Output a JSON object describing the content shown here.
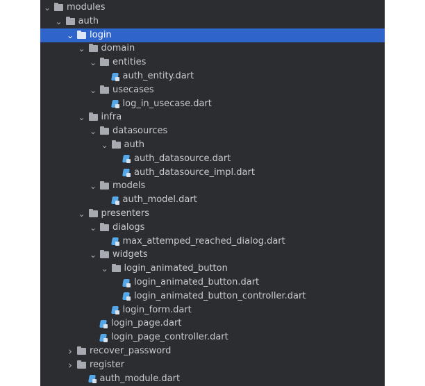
{
  "tree": [
    {
      "label": "modules",
      "type": "folder",
      "expanded": true,
      "indent": 0
    },
    {
      "label": "auth",
      "type": "folder",
      "expanded": true,
      "indent": 1
    },
    {
      "label": "login",
      "type": "folder",
      "expanded": true,
      "indent": 2,
      "selected": true
    },
    {
      "label": "domain",
      "type": "folder",
      "expanded": true,
      "indent": 3
    },
    {
      "label": "entities",
      "type": "folder",
      "expanded": true,
      "indent": 4
    },
    {
      "label": "auth_entity.dart",
      "type": "file",
      "indent": 5
    },
    {
      "label": "usecases",
      "type": "folder",
      "expanded": true,
      "indent": 4
    },
    {
      "label": "log_in_usecase.dart",
      "type": "file",
      "indent": 5
    },
    {
      "label": "infra",
      "type": "folder",
      "expanded": true,
      "indent": 3
    },
    {
      "label": "datasources",
      "type": "folder",
      "expanded": true,
      "indent": 4
    },
    {
      "label": "auth",
      "type": "folder",
      "expanded": true,
      "indent": 5
    },
    {
      "label": "auth_datasource.dart",
      "type": "file",
      "indent": 6
    },
    {
      "label": "auth_datasource_impl.dart",
      "type": "file",
      "indent": 6
    },
    {
      "label": "models",
      "type": "folder",
      "expanded": true,
      "indent": 4
    },
    {
      "label": "auth_model.dart",
      "type": "file",
      "indent": 5
    },
    {
      "label": "presenters",
      "type": "folder",
      "expanded": true,
      "indent": 3
    },
    {
      "label": "dialogs",
      "type": "folder",
      "expanded": true,
      "indent": 4
    },
    {
      "label": "max_attemped_reached_dialog.dart",
      "type": "file",
      "indent": 5
    },
    {
      "label": "widgets",
      "type": "folder",
      "expanded": true,
      "indent": 4
    },
    {
      "label": "login_animated_button",
      "type": "folder",
      "expanded": true,
      "indent": 5
    },
    {
      "label": "login_animated_button.dart",
      "type": "file",
      "indent": 6
    },
    {
      "label": "login_animated_button_controller.dart",
      "type": "file",
      "indent": 6
    },
    {
      "label": "login_form.dart",
      "type": "file",
      "indent": 5
    },
    {
      "label": "login_page.dart",
      "type": "file",
      "indent": 4
    },
    {
      "label": "login_page_controller.dart",
      "type": "file",
      "indent": 4
    },
    {
      "label": "recover_password",
      "type": "folder",
      "expanded": false,
      "indent": 2
    },
    {
      "label": "register",
      "type": "folder",
      "expanded": false,
      "indent": 2
    },
    {
      "label": "auth_module.dart",
      "type": "file",
      "indent": 3
    }
  ],
  "colors": {
    "background": "#2b2d30",
    "selection": "#2f65ca",
    "text": "#c8ccd2",
    "folder": "#a7abb1",
    "dart": "#55a7e8"
  }
}
